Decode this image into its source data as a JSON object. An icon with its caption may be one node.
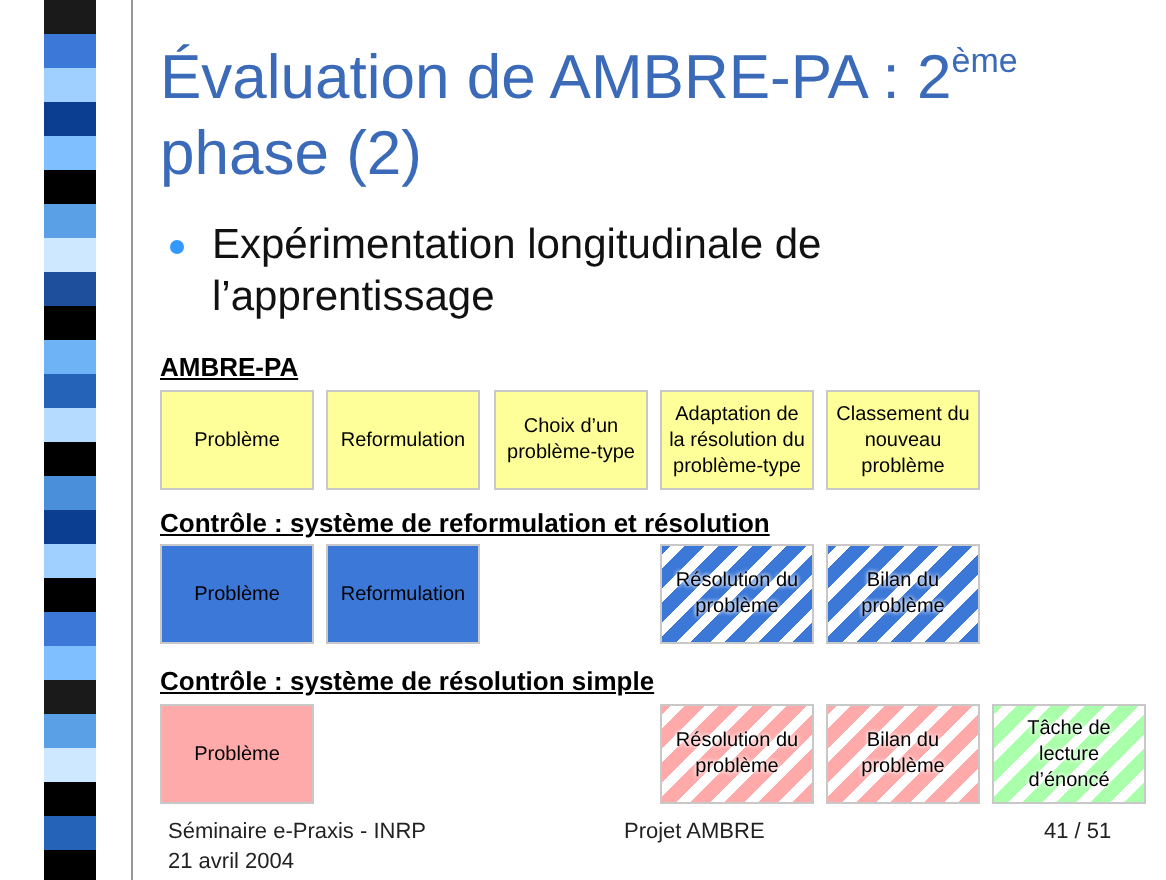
{
  "diagram": {
    "title": "Évaluation de AMBRE-PA : 2$^{ème}$ phase (2)",
    "nodes": [
      {
        "text": [
          "Problème"
        ]
      },
      {
        "text": [
          "Reformulation"
        ]
      },
      {
        "text": [
          "Choix d’un problème-type"
        ]
      },
      {
        "text": [
          "Adaptation de la résolution du problème-type"
        ]
      },
      {
        "text": [
          "Classement du nouveau problème"
        ]
      },
      {
        "text": [
          "Problème"
        ]
      },
      {
        "text": [
          "Reformulation"
        ]
      },
      {
        "text": [
          "Résolution du problème"
        ]
      },
      {
        "text": [
          "Bilan du problème"
        ]
      },
      {
        "text": [
          "Problème"
        ]
      },
      {
        "text": [
          "Résolution du problème"
        ]
      },
      {
        "text": [
          "Bilan du problème"
        ]
      },
      {
        "text": [
          "Tâche de lecture d’énoncé"
        ]
      }
    ],
    "labels": [
      "Expérimentation longitudinale de l’apprentissage",
      "AMBRE-PA",
      "Contrôle : système de reformulation et résolution",
      "Contrôle : système de résolution simple",
      "Séminaire e-Praxis - INRP",
      "21 avril 2004",
      "Projet AMBRE",
      "41 / 51"
    ]
  }
}
